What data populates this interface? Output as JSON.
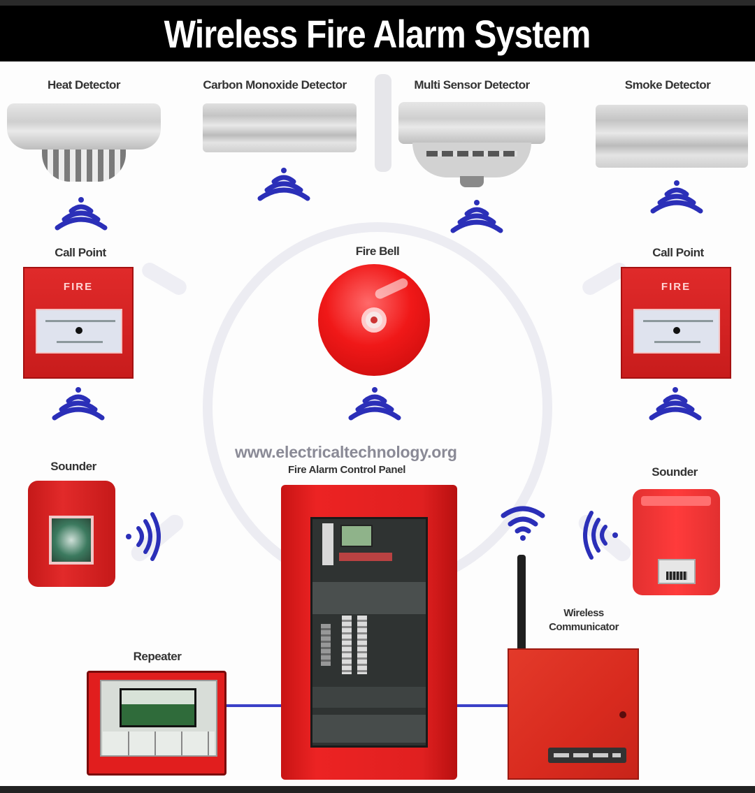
{
  "title": "Wireless Fire Alarm System",
  "watermark": "www.electricaltechnology.org",
  "colors": {
    "title_bg": "#000000",
    "title_text": "#ffffff",
    "device_red": "#e02020",
    "signal_blue": "#2b2fb8",
    "wire_blue": "#3a40c8",
    "background": "#fdfdfd"
  },
  "components": {
    "heat_detector": {
      "label": "Heat Detector",
      "icon": "heat-detector",
      "signal": "wireless-down"
    },
    "co_detector": {
      "label": "Carbon Monoxide Detector",
      "icon": "co-detector",
      "signal": "wireless-down"
    },
    "multi_sensor_detector": {
      "label": "Multi Sensor Detector",
      "icon": "multi-sensor-detector",
      "signal": "wireless-down"
    },
    "smoke_detector": {
      "label": "Smoke Detector",
      "icon": "smoke-detector",
      "signal": "wireless-down"
    },
    "call_point_left": {
      "label": "Call Point",
      "plate_text": "FIRE",
      "icon": "manual-call-point",
      "signal": "wireless-down"
    },
    "fire_bell": {
      "label": "Fire Bell",
      "icon": "fire-bell",
      "signal": "wireless-down"
    },
    "call_point_right": {
      "label": "Call Point",
      "plate_text": "FIRE",
      "icon": "manual-call-point",
      "signal": "wireless-down"
    },
    "sounder_left": {
      "label": "Sounder",
      "icon": "sounder",
      "signal": "wireless-right"
    },
    "control_panel": {
      "label": "Fire Alarm Control Panel",
      "icon": "control-panel"
    },
    "sounder_right": {
      "label": "Sounder",
      "icon": "sounder",
      "signal": "wireless-left"
    },
    "repeater": {
      "label": "Repeater",
      "icon": "repeater-panel"
    },
    "wireless_communicator": {
      "label": "Wireless Communicator",
      "icon": "wireless-communicator",
      "signal": "wifi-up"
    }
  },
  "connections": [
    {
      "from": "repeater",
      "to": "control_panel",
      "type": "wired"
    },
    {
      "from": "control_panel",
      "to": "wireless_communicator",
      "type": "wired"
    }
  ]
}
